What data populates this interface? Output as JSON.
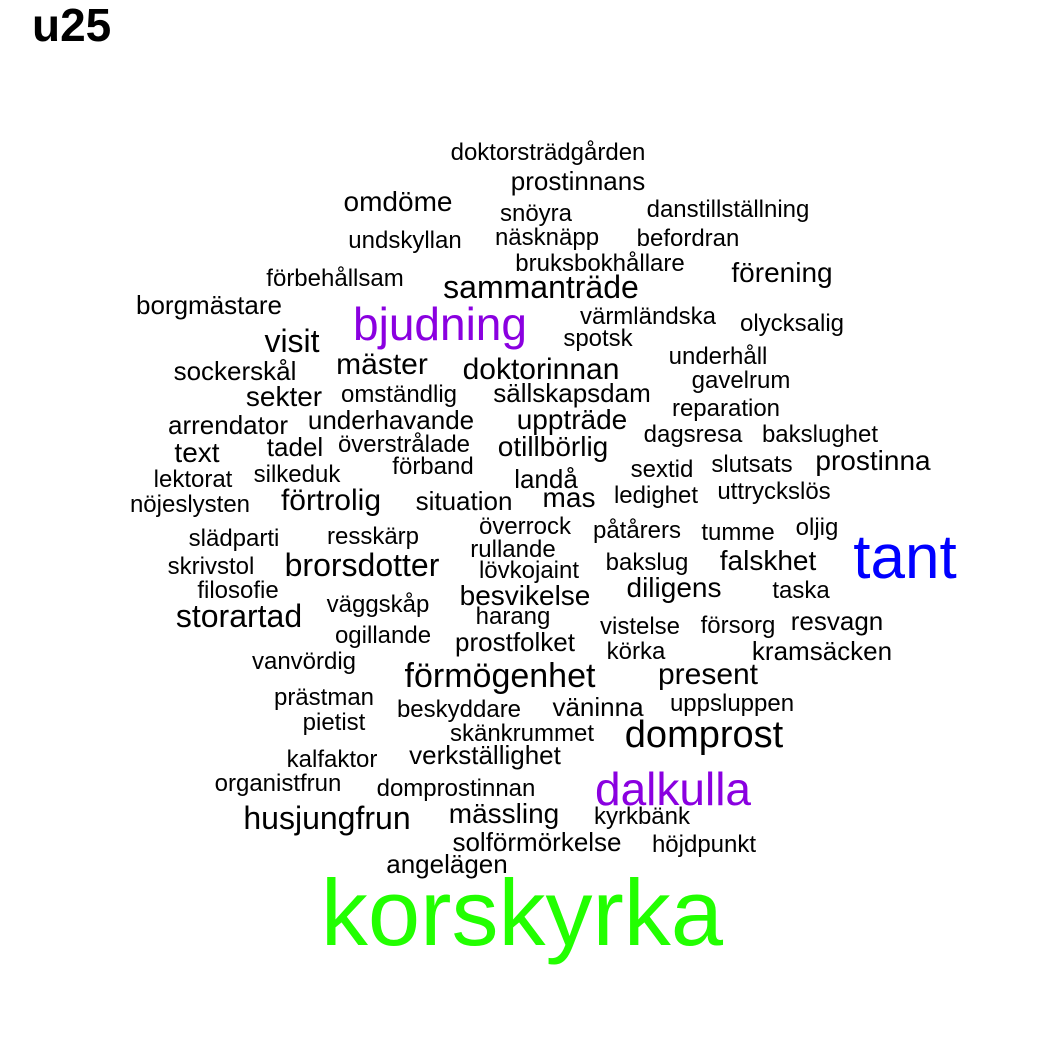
{
  "chart_data": {
    "type": "wordcloud",
    "title": "u25",
    "colors": {
      "default": "#000000",
      "purple": "#8a00e0",
      "blue": "#0000ff",
      "green": "#22ff00"
    },
    "words": [
      {
        "text": "korskyrka",
        "color": "green"
      },
      {
        "text": "tant",
        "color": "blue"
      },
      {
        "text": "bjudning",
        "color": "purple"
      },
      {
        "text": "dalkulla",
        "color": "purple"
      },
      {
        "text": "doktorsträdgården"
      },
      {
        "text": "prostinnans"
      },
      {
        "text": "omdöme"
      },
      {
        "text": "snöyra"
      },
      {
        "text": "danstillställning"
      },
      {
        "text": "undskyllan"
      },
      {
        "text": "näsknäpp"
      },
      {
        "text": "befordran"
      },
      {
        "text": "bruksbokhållare"
      },
      {
        "text": "förening"
      },
      {
        "text": "förbehållsam"
      },
      {
        "text": "sammanträde"
      },
      {
        "text": "borgmästare"
      },
      {
        "text": "värmländska"
      },
      {
        "text": "olycksalig"
      },
      {
        "text": "visit"
      },
      {
        "text": "spotsk"
      },
      {
        "text": "underhåll"
      },
      {
        "text": "sockerskål"
      },
      {
        "text": "mäster"
      },
      {
        "text": "doktorinnan"
      },
      {
        "text": "gavelrum"
      },
      {
        "text": "sekter"
      },
      {
        "text": "omständlig"
      },
      {
        "text": "sällskapsdam"
      },
      {
        "text": "reparation"
      },
      {
        "text": "arrendator"
      },
      {
        "text": "underhavande"
      },
      {
        "text": "uppträde"
      },
      {
        "text": "dagsresa"
      },
      {
        "text": "bakslughet"
      },
      {
        "text": "text"
      },
      {
        "text": "tadel"
      },
      {
        "text": "överstrålade"
      },
      {
        "text": "otillbörlig"
      },
      {
        "text": "prostinna"
      },
      {
        "text": "lektorat"
      },
      {
        "text": "silkeduk"
      },
      {
        "text": "förband"
      },
      {
        "text": "landå"
      },
      {
        "text": "sextid"
      },
      {
        "text": "slutsats"
      },
      {
        "text": "nöjeslysten"
      },
      {
        "text": "förtrolig"
      },
      {
        "text": "situation"
      },
      {
        "text": "mas"
      },
      {
        "text": "ledighet"
      },
      {
        "text": "uttryckslös"
      },
      {
        "text": "överrock"
      },
      {
        "text": "slädparti"
      },
      {
        "text": "resskärp"
      },
      {
        "text": "påtårers"
      },
      {
        "text": "tumme"
      },
      {
        "text": "oljig"
      },
      {
        "text": "rullande"
      },
      {
        "text": "skrivstol"
      },
      {
        "text": "brorsdotter"
      },
      {
        "text": "lövkojaint"
      },
      {
        "text": "bakslug"
      },
      {
        "text": "falskhet"
      },
      {
        "text": "filosofie"
      },
      {
        "text": "diligens"
      },
      {
        "text": "taska"
      },
      {
        "text": "väggskåp"
      },
      {
        "text": "besvikelse"
      },
      {
        "text": "storartad"
      },
      {
        "text": "harang"
      },
      {
        "text": "vistelse"
      },
      {
        "text": "försorg"
      },
      {
        "text": "resvagn"
      },
      {
        "text": "ogillande"
      },
      {
        "text": "prostfolket"
      },
      {
        "text": "körka"
      },
      {
        "text": "kramsäcken"
      },
      {
        "text": "vanvördig"
      },
      {
        "text": "förmögenhet"
      },
      {
        "text": "present"
      },
      {
        "text": "prästman"
      },
      {
        "text": "uppsluppen"
      },
      {
        "text": "beskyddare"
      },
      {
        "text": "väninna"
      },
      {
        "text": "pietist"
      },
      {
        "text": "skänkrummet"
      },
      {
        "text": "domprost"
      },
      {
        "text": "kalfaktor"
      },
      {
        "text": "verkställighet"
      },
      {
        "text": "organistfrun"
      },
      {
        "text": "domprostinnan"
      },
      {
        "text": "mässling"
      },
      {
        "text": "kyrkbänk"
      },
      {
        "text": "husjungfrun"
      },
      {
        "text": "solförmörkelse"
      },
      {
        "text": "höjdpunkt"
      },
      {
        "text": "angelägen"
      }
    ]
  }
}
